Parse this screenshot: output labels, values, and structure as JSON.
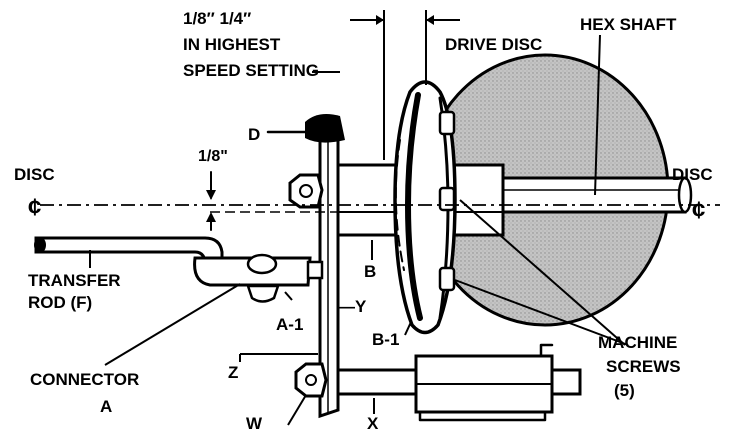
{
  "labels": {
    "dim_line1": "1/8″  1/4″",
    "dim_line2": "IN HIGHEST",
    "dim_line3": "SPEED SETTING",
    "drive_disc": "DRIVE DISC",
    "hex_shaft": "HEX SHAFT",
    "d": "D",
    "disc_left": "DISC",
    "disc_right": "DISC",
    "center_left": "¢",
    "center_right": "¢",
    "eighth": "1/8\"",
    "transfer_rod_1": "TRANSFER",
    "transfer_rod_2": "ROD (F)",
    "b": "B",
    "a1": "A-1",
    "y": "—Y",
    "b1": "B-1",
    "machine_1": "MACHINE",
    "machine_2": "SCREWS",
    "machine_3": "(5)",
    "connector_1": "CONNECTOR",
    "connector_2": "A",
    "z": "Z",
    "w": "W",
    "x": "X"
  },
  "colors": {
    "ink": "#000000",
    "disc_fill": "#bdbdbd",
    "paper": "#ffffff"
  }
}
